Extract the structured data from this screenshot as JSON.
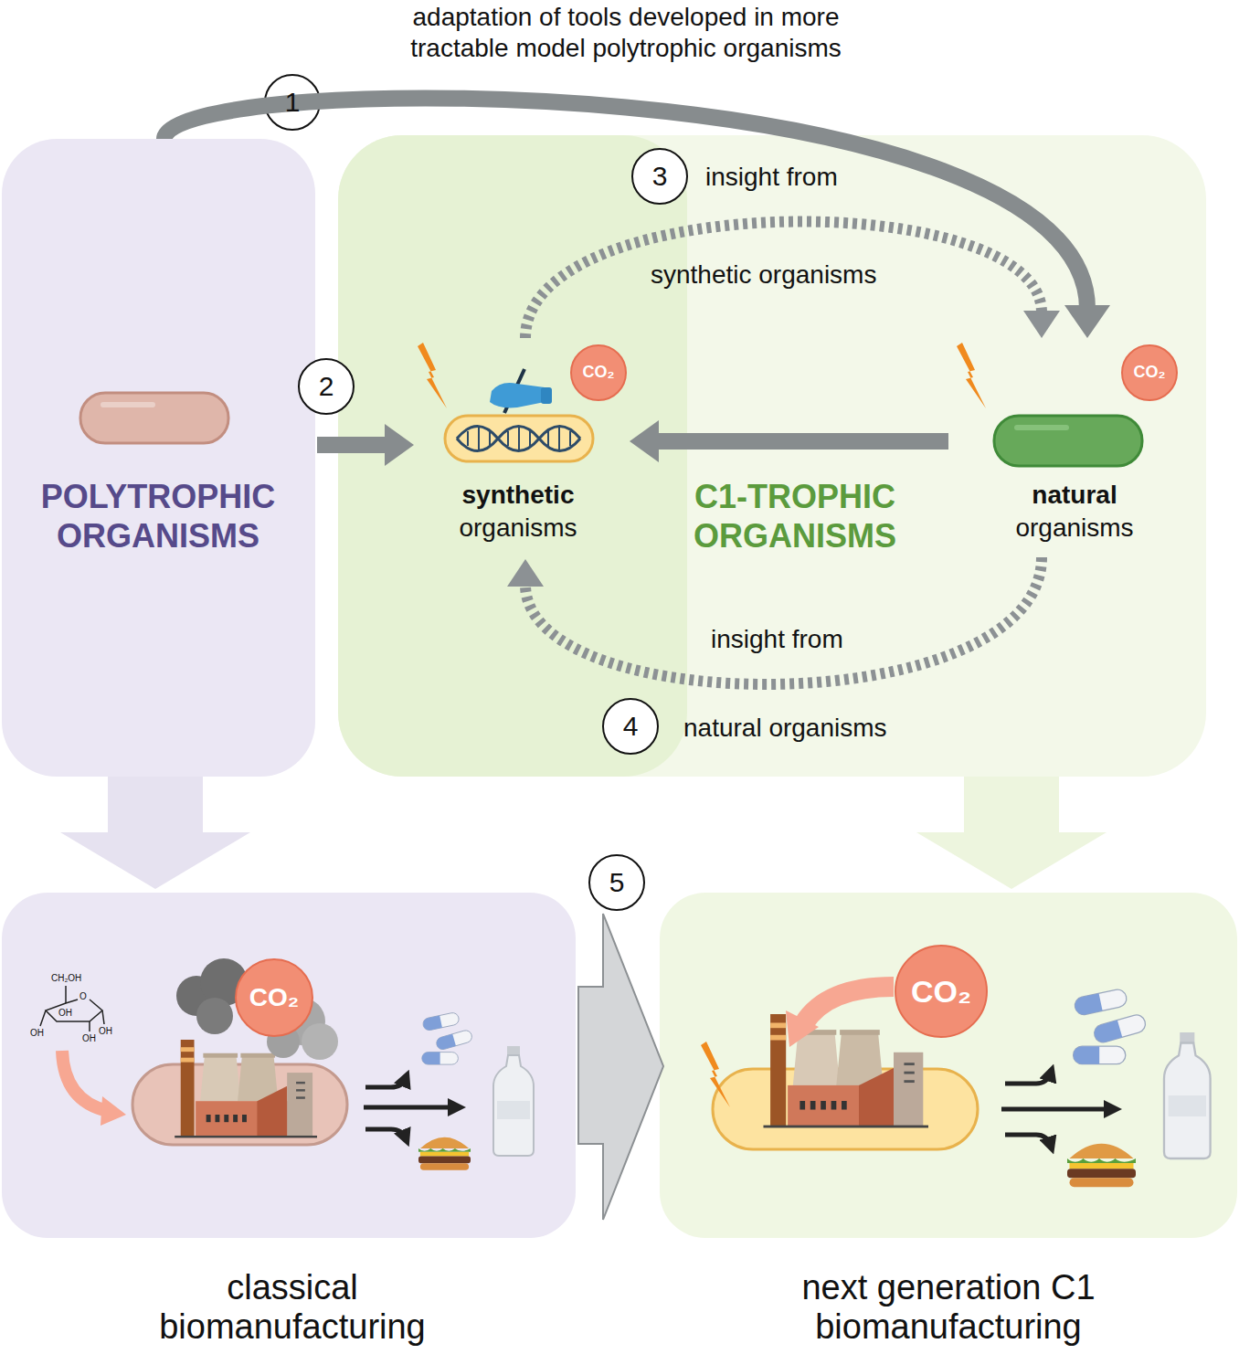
{
  "diagram": {
    "nodes": [
      {
        "text": [
          "POLYTROPHIC ORGANISMS"
        ]
      },
      {
        "text": [
          "C1-TROPHIC ORGANISMS"
        ]
      },
      {
        "text": [
          "synthetic",
          "organisms"
        ],
        "in": 1
      },
      {
        "text": [
          "natural",
          "organisms"
        ],
        "in": 1
      },
      {
        "text": [
          "classical biomanufacturing"
        ]
      },
      {
        "text": [
          "next generation C1 biomanufacturing"
        ]
      }
    ],
    "edges": [
      {
        "from": 0,
        "to": 3,
        "arrow": "to",
        "label": "adaptation of tools developed in more tractable model polytrophic organisms"
      },
      {
        "from": 0,
        "to": 2,
        "arrow": "to"
      },
      {
        "from": 2,
        "to": 3,
        "arrow": "to"
      },
      {
        "from": 3,
        "to": 2,
        "arrow": "to"
      },
      {
        "from": 3,
        "to": 2,
        "arrow": "to"
      },
      {
        "from": 0,
        "to": 4,
        "arrow": "to"
      },
      {
        "from": 1,
        "to": 5,
        "arrow": "to"
      },
      {
        "from": 4,
        "to": 5,
        "arrow": "to"
      }
    ],
    "labels": [
      "1",
      "3",
      "insight from",
      "synthetic organisms",
      "2",
      "CO₂",
      "CO₂",
      "insight from",
      "4",
      "natural organisms",
      "5",
      "CH₂OH",
      "O",
      "OH",
      "OH",
      "OH",
      "OH",
      "CO₂",
      "CO₂"
    ]
  }
}
